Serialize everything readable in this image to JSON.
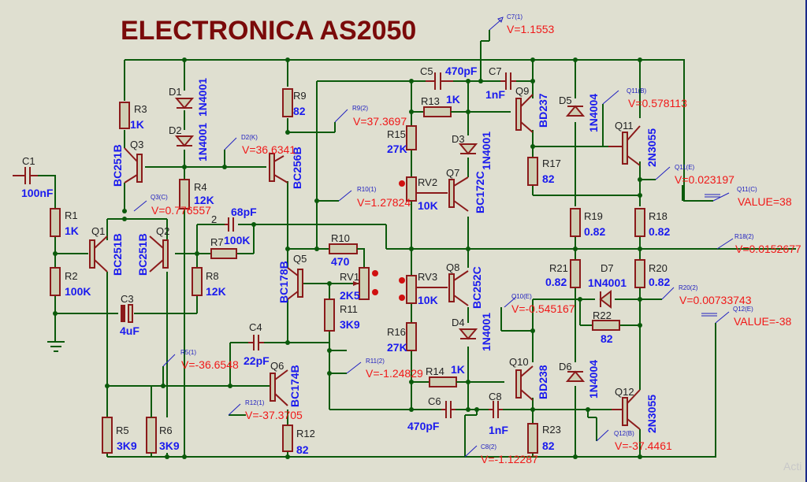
{
  "title": "ELECTRONICA AS2050",
  "watermark": "Acti",
  "colors": {
    "background": "#dfdfd0",
    "wire": "#0b5a0b",
    "component": "#8b1a1a",
    "value": "#1a1aee",
    "voltage": "#f01818",
    "title": "#7a0a0a"
  },
  "components": {
    "C1": {
      "ref": "C1",
      "value": "100nF"
    },
    "R1": {
      "ref": "R1",
      "value": "1K"
    },
    "R2": {
      "ref": "R2",
      "value": "100K"
    },
    "C3": {
      "ref": "C3",
      "value": "4uF"
    },
    "R3": {
      "ref": "R3",
      "value": "1K"
    },
    "Q1": {
      "ref": "Q1",
      "value": "BC251B"
    },
    "Q2": {
      "ref": "Q2",
      "value": "BC251B"
    },
    "Q3": {
      "ref": "Q3",
      "value": "BC251B"
    },
    "D1": {
      "ref": "D1",
      "value": "1N4001"
    },
    "D2": {
      "ref": "D2",
      "value": "1N4001"
    },
    "R4": {
      "ref": "R4",
      "value": "12K"
    },
    "C2": {
      "ref": "2",
      "value": "68pF"
    },
    "R7": {
      "ref": "R7",
      "value": "100K"
    },
    "R8": {
      "ref": "R8",
      "value": "12K"
    },
    "R5": {
      "ref": "R5",
      "value": "3K9"
    },
    "R6": {
      "ref": "R6",
      "value": "3K9"
    },
    "Q4": {
      "ref": "",
      "value": "BC256B"
    },
    "R9": {
      "ref": "R9",
      "value": "82"
    },
    "Q5": {
      "ref": "Q5",
      "value": "BC178B"
    },
    "R10": {
      "ref": "R10",
      "value": "470"
    },
    "RV1": {
      "ref": "RV1",
      "value": "2K5"
    },
    "R11": {
      "ref": "R11",
      "value": "3K9"
    },
    "C4": {
      "ref": "C4",
      "value": "22pF"
    },
    "Q6": {
      "ref": "Q6",
      "value": "BC174B"
    },
    "R12": {
      "ref": "R12",
      "value": "82"
    },
    "C5": {
      "ref": "C5",
      "value": "470pF"
    },
    "C7": {
      "ref": "C7",
      "value": "1nF"
    },
    "R13": {
      "ref": "R13",
      "value": "1K"
    },
    "R15": {
      "ref": "R15",
      "value": "27K"
    },
    "RV2": {
      "ref": "RV2",
      "value": "10K"
    },
    "RV3": {
      "ref": "RV3",
      "value": "10K"
    },
    "R16": {
      "ref": "R16",
      "value": "27K"
    },
    "D3": {
      "ref": "D3",
      "value": "1N4001"
    },
    "D4": {
      "ref": "D4",
      "value": "1N4001"
    },
    "Q7": {
      "ref": "Q7",
      "value": "BC172C"
    },
    "Q8": {
      "ref": "Q8",
      "value": "BC252C"
    },
    "R14": {
      "ref": "R14",
      "value": "1K"
    },
    "C6": {
      "ref": "C6",
      "value": "470pF"
    },
    "C8": {
      "ref": "C8",
      "value": "1nF"
    },
    "Q9": {
      "ref": "Q9",
      "value": "BD237"
    },
    "Q10": {
      "ref": "Q10",
      "value": "BD238"
    },
    "R17": {
      "ref": "R17",
      "value": "82"
    },
    "R23": {
      "ref": "R23",
      "value": "82"
    },
    "D5": {
      "ref": "D5",
      "value": "1N4004"
    },
    "D6": {
      "ref": "D6",
      "value": "1N4004"
    },
    "Q11": {
      "ref": "Q11",
      "value": "2N3055"
    },
    "Q12": {
      "ref": "Q12",
      "value": "2N3055"
    },
    "R19": {
      "ref": "R19",
      "value": "0.82"
    },
    "R18": {
      "ref": "R18",
      "value": "0.82"
    },
    "R21": {
      "ref": "R21",
      "value": "0.82"
    },
    "R20": {
      "ref": "R20",
      "value": "0.82"
    },
    "D7": {
      "ref": "D7",
      "value": "1N4001"
    },
    "R22": {
      "ref": "R22",
      "value": "82"
    }
  },
  "probes": [
    {
      "name": "C7(1)",
      "reading": "V=1.1553"
    },
    {
      "name": "R9(2)",
      "reading": "V=37.3697"
    },
    {
      "name": "D2(K)",
      "reading": "V=36.6341"
    },
    {
      "name": "Q3(C)",
      "reading": "V=0.776557"
    },
    {
      "name": "R10(1)",
      "reading": "V=1.27824"
    },
    {
      "name": "Q11(B)",
      "reading": "V=0.578113"
    },
    {
      "name": "Q11(E)",
      "reading": "V=0.023197"
    },
    {
      "name": "Q11(C)",
      "reading": "VALUE=38"
    },
    {
      "name": "R18(2)",
      "reading": "V=0.0152677"
    },
    {
      "name": "Q10(E)",
      "reading": "V=-0.545167"
    },
    {
      "name": "R20(2)",
      "reading": "V=0.00733743"
    },
    {
      "name": "Q12(E)",
      "reading": "VALUE=-38"
    },
    {
      "name": "R5(1)",
      "reading": "V=-36.6548"
    },
    {
      "name": "R11(2)",
      "reading": "V=-1.24829"
    },
    {
      "name": "R12(1)",
      "reading": "V=-37.3705"
    },
    {
      "name": "C8(2)",
      "reading": "V=-1.12287"
    },
    {
      "name": "Q12(B)",
      "reading": "V=-37.4461"
    }
  ]
}
